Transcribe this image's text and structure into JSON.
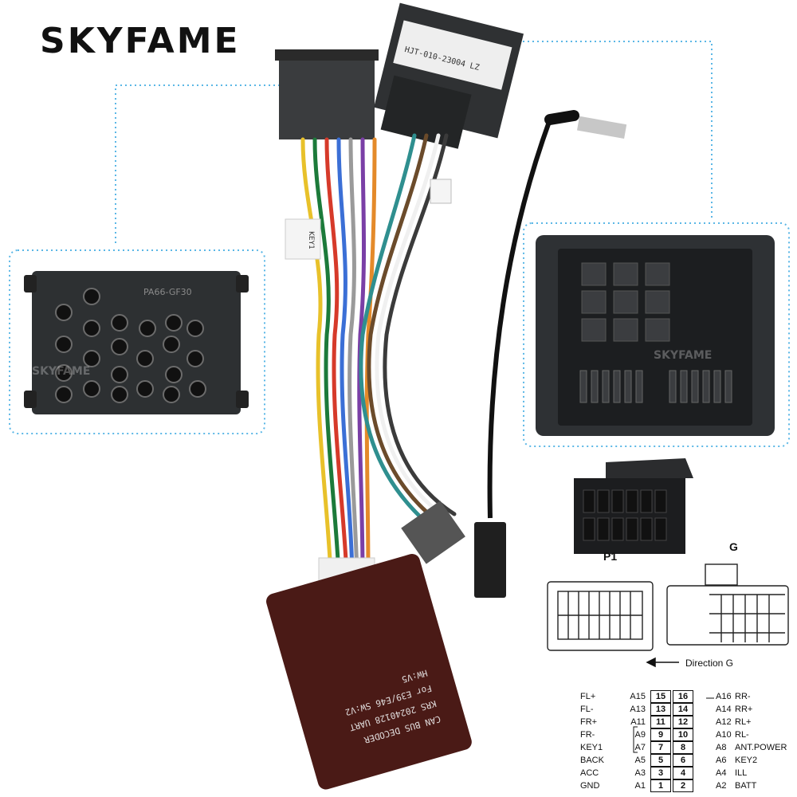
{
  "brand": "SKYFAME",
  "watermark": "SKYFAME",
  "tag_key": "KEY1",
  "connector_tag_code": "HJT-010-23004 LZ",
  "connector_part_code": "PA66-GF30",
  "decoder_label": [
    "CAN BUS DECODER",
    "KRS 20240128 UART",
    "For E39/E46 SW:V2",
    "HW:V5"
  ],
  "p1_label": "P1",
  "g_label": "G",
  "direction_label": "Direction G",
  "pins": [
    {
      "left_label": "FL+",
      "left_code": "A15",
      "left_pin": "15",
      "right_pin": "16",
      "right_code": "A16",
      "right_label": "RR-"
    },
    {
      "left_label": "FL-",
      "left_code": "A13",
      "left_pin": "13",
      "right_pin": "14",
      "right_code": "A14",
      "right_label": "RR+"
    },
    {
      "left_label": "FR+",
      "left_code": "A11",
      "left_pin": "11",
      "right_pin": "12",
      "right_code": "A12",
      "right_label": "RL+"
    },
    {
      "left_label": "FR-",
      "left_code": "A9",
      "left_pin": "9",
      "right_pin": "10",
      "right_code": "A10",
      "right_label": "RL-"
    },
    {
      "left_label": "KEY1",
      "left_code": "A7",
      "left_pin": "7",
      "right_pin": "8",
      "right_code": "A8",
      "right_label": "ANT.POWER"
    },
    {
      "left_label": "BACK",
      "left_code": "A5",
      "left_pin": "5",
      "right_pin": "6",
      "right_code": "A6",
      "right_label": "KEY2"
    },
    {
      "left_label": "ACC",
      "left_code": "A3",
      "left_pin": "3",
      "right_pin": "4",
      "right_code": "A4",
      "right_label": "ILL"
    },
    {
      "left_label": "GND",
      "left_code": "A1",
      "left_pin": "1",
      "right_pin": "2",
      "right_code": "A2",
      "right_label": "BATT"
    }
  ],
  "colors": {
    "dotted_line": "#5bb7e6",
    "connector_dark": "#2a2d2f",
    "decoder_red": "#5a1414"
  }
}
